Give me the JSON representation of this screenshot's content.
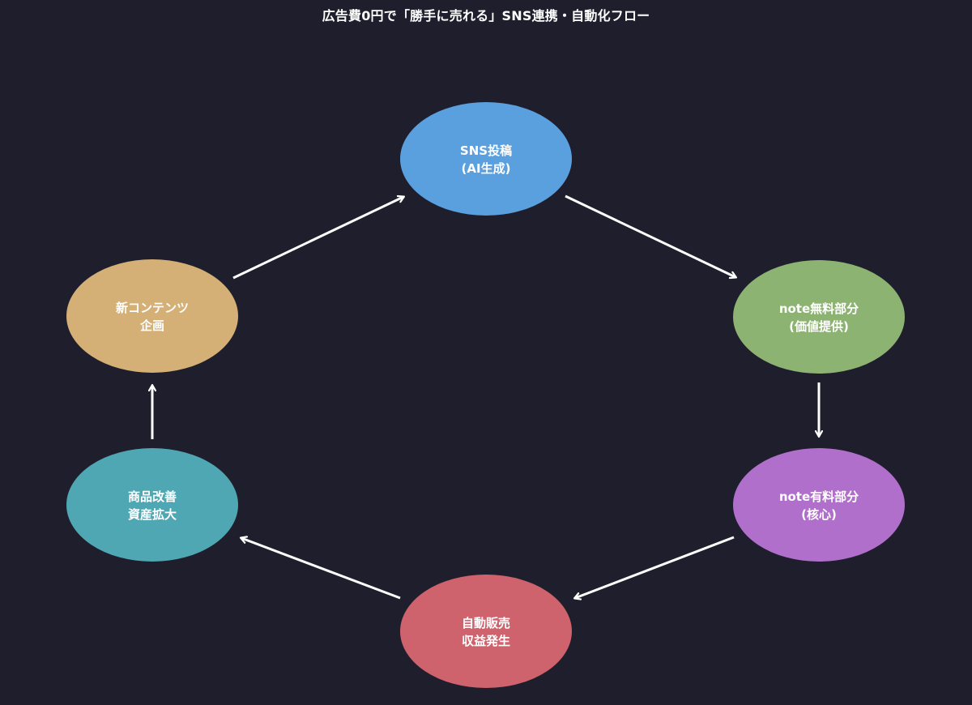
{
  "title": "広告費0円で「勝手に売れる」SNS連携・自動化フロー",
  "colors": {
    "background": "#1f1e2d",
    "arrow": "#ffffff",
    "text": "#ffffff"
  },
  "nodes": [
    {
      "id": "sns",
      "line1": "SNS投稿",
      "line2": "(AI生成)",
      "color": "#5a9fde"
    },
    {
      "id": "note-free",
      "line1": "note無料部分",
      "line2": "(価値提供)",
      "color": "#8db372"
    },
    {
      "id": "note-paid",
      "line1": "note有料部分",
      "line2": "(核心)",
      "color": "#b06fcb"
    },
    {
      "id": "auto-sales",
      "line1": "自動販売",
      "line2": "収益発生",
      "color": "#cf636d"
    },
    {
      "id": "product",
      "line1": "商品改善",
      "line2": "資産拡大",
      "color": "#4fa7b4"
    },
    {
      "id": "content",
      "line1": "新コンテンツ",
      "line2": "企画",
      "color": "#d4b076"
    }
  ],
  "edges": [
    {
      "from": "sns",
      "to": "note-free"
    },
    {
      "from": "note-free",
      "to": "note-paid"
    },
    {
      "from": "note-paid",
      "to": "auto-sales"
    },
    {
      "from": "auto-sales",
      "to": "product"
    },
    {
      "from": "product",
      "to": "content"
    },
    {
      "from": "content",
      "to": "sns"
    }
  ]
}
